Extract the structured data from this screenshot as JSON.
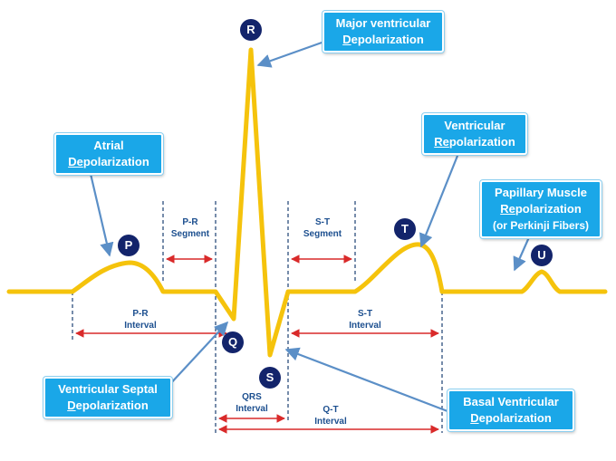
{
  "colors": {
    "waveform": "#f5c30c",
    "callout": "#1aa7e8",
    "arrow": "#5b8fc7",
    "interval": "#d92a2a",
    "guide": "#1c3f73",
    "label_text": "#1c4f8f",
    "wave_letter_bg": "#13246b"
  },
  "waves": {
    "p": "P",
    "q": "Q",
    "r": "R",
    "s": "S",
    "t": "T",
    "u": "U"
  },
  "callouts": {
    "major_ventricular": {
      "line1": "Major ventricular",
      "line2_u": "D",
      "line2_rest": "epolarization"
    },
    "atrial": {
      "line1": "Atrial",
      "line2_u": "De",
      "line2_rest": "polarization"
    },
    "ventricular_repol": {
      "line1": "Ventricular",
      "line2_u": "Re",
      "line2_rest": "polarization"
    },
    "papillary": {
      "line1": "Papillary Muscle",
      "line2_u": "Re",
      "line2_rest": "polarization",
      "line3": "(or Perkinji Fibers)"
    },
    "septal": {
      "line1": "Ventricular Septal",
      "line2_u": "D",
      "line2_rest": "epolarization"
    },
    "basal": {
      "line1": "Basal Ventricular",
      "line2_u": "D",
      "line2_rest": "epolarization"
    }
  },
  "labels": {
    "pr_segment": {
      "line1": "P-R",
      "line2": "Segment"
    },
    "st_segment": {
      "line1": "S-T",
      "line2": "Segment"
    },
    "pr_interval": {
      "line1": "P-R",
      "line2": "Interval"
    },
    "st_interval": {
      "line1": "S-T",
      "line2": "Interval"
    },
    "qrs_interval": {
      "line1": "QRS",
      "line2": "Interval"
    },
    "qt_interval": {
      "line1": "Q-T",
      "line2": "Interval"
    }
  }
}
